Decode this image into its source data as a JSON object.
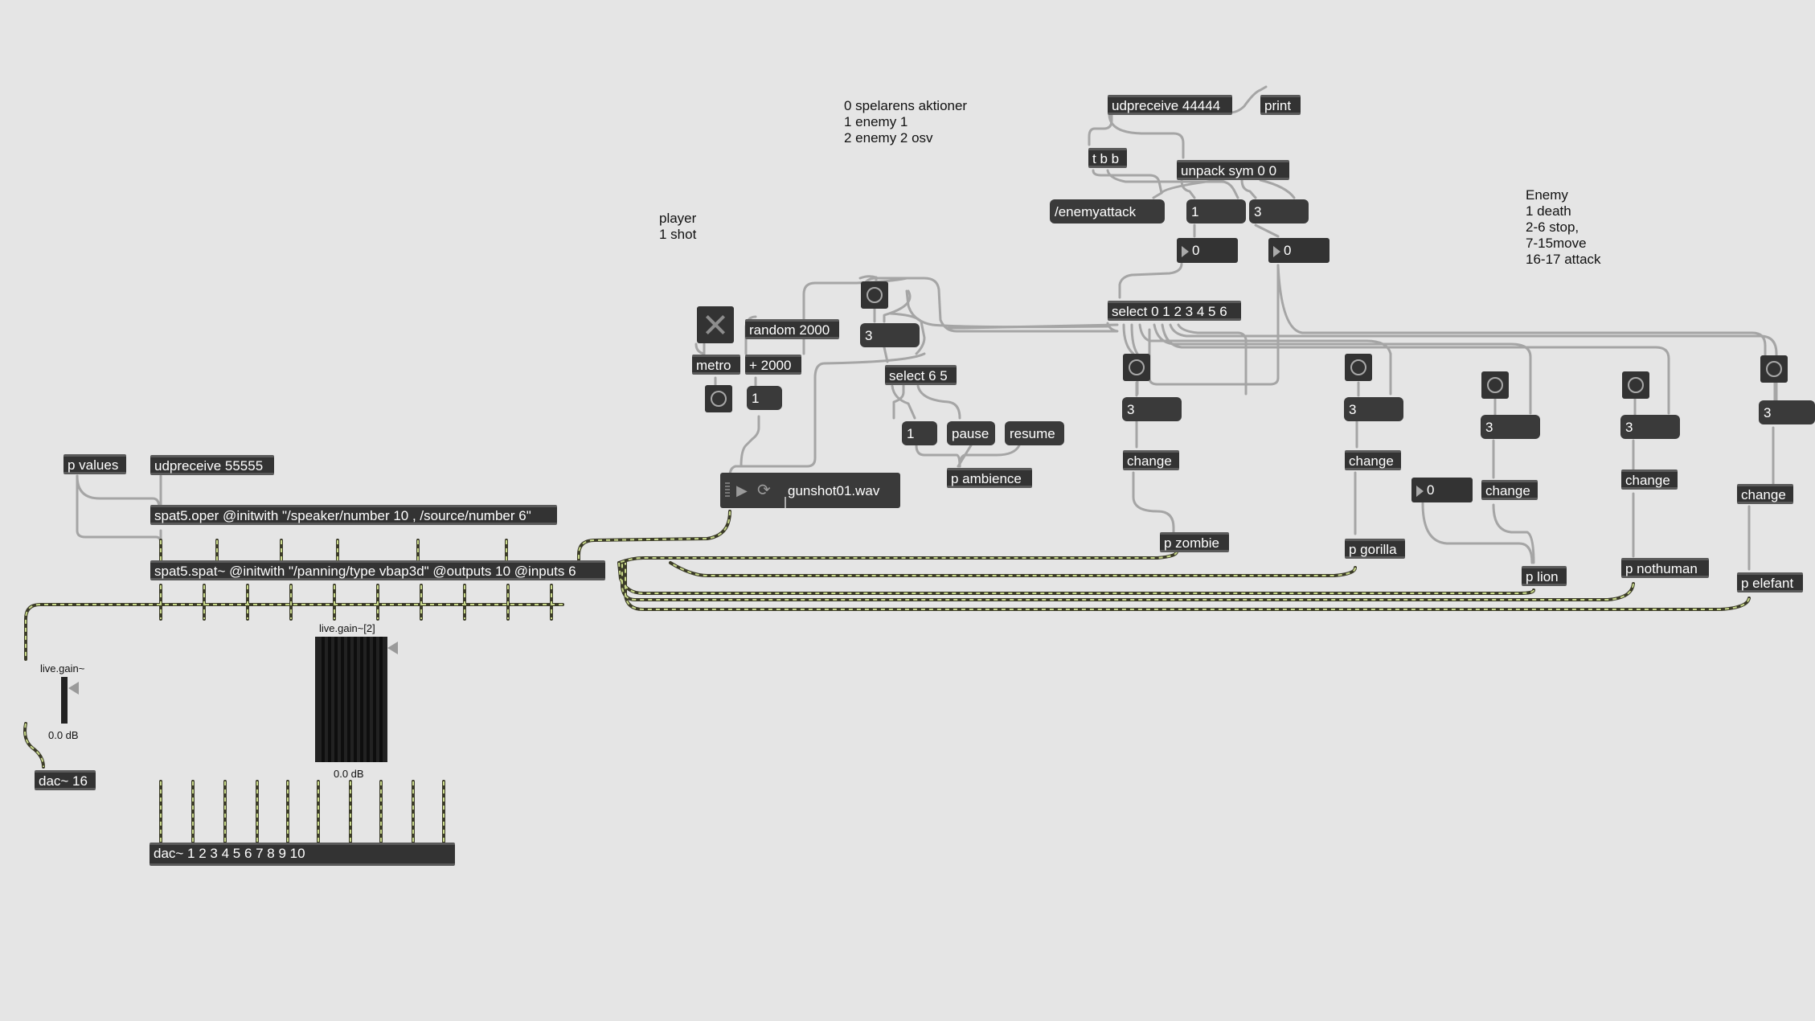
{
  "comments": {
    "spelarens": "0 spelarens aktioner\n1 enemy 1\n2 enemy 2 osv",
    "player": "player\n1 shot",
    "enemy": "Enemy\n1 death\n2-6 stop,\n7-15move\n16-17 attack"
  },
  "objects": {
    "udpreceive_44444": "udpreceive 44444",
    "print": "print",
    "tbb": "t b b",
    "unpack": "unpack sym 0 0",
    "enemyattack": "/enemyattack",
    "random": "random 2000",
    "metro": "metro",
    "plus2000": "+ 2000",
    "select_main": "select 0 1 2 3 4 5 6",
    "select65": "select 6 5",
    "pause": "pause",
    "resume": "resume",
    "p_ambience": "p ambience",
    "p_values": "p values",
    "udpreceive_55555": "udpreceive 55555",
    "spat_oper": "spat5.oper @initwith \"/speaker/number 10 , /source/number 6\"",
    "spat_spat": "spat5.spat~ @initwith \"/panning/type vbap3d\" @outputs 10 @inputs 6",
    "change": "change",
    "p_zombie": "p zombie",
    "p_gorilla": "p gorilla",
    "p_lion": "p lion",
    "p_nothuman": "p nothuman",
    "p_elefant": "p elefant",
    "dac16": "dac~ 16",
    "dac_main": "dac~ 1 2 3 4 5 6 7 8 9 10"
  },
  "numbers": {
    "msg_1a": "1",
    "msg_3a": "3",
    "num_0a": "0",
    "num_0b": "0",
    "msg_3_left": "3",
    "msg_1_metro": "1",
    "msg_1_select": "1",
    "msg_3_zombie": "3",
    "msg_3_gorilla": "3",
    "msg_3_lion": "3",
    "msg_3_nothuman": "3",
    "msg_3_elefant": "3",
    "num_0_lion": "0"
  },
  "playlist": {
    "file": "gunshot01.wav"
  },
  "gains": {
    "single": {
      "title": "live.gain~",
      "value": "0.0 dB"
    },
    "multi": {
      "title": "live.gain~[2]",
      "value": "0.0 dB"
    }
  },
  "colors": {
    "background": "#e5e5e5",
    "object": "#333333",
    "patchcord": "#a5a5a5",
    "signal_cord": "#c9d98a"
  }
}
